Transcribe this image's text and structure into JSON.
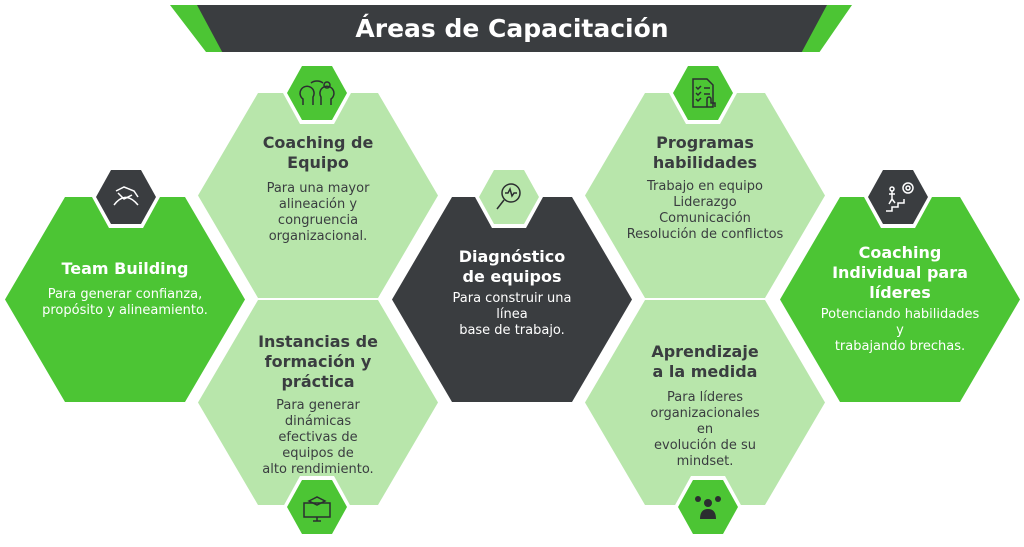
{
  "title": "Áreas de Capacitación",
  "colors": {
    "green": "#4cc534",
    "light_green": "#b8e6ab",
    "dark": "#3a3d40"
  },
  "areas": [
    {
      "title": "Team Building",
      "lines": [
        "Para generar confianza,",
        "propósito y alineamiento."
      ],
      "icon": "handshake-icon"
    },
    {
      "title": "Coaching de Equipo",
      "lines": [
        "Para una mayor",
        "alineación y congruencia",
        "organizacional."
      ],
      "icon": "heads-exchange-icon"
    },
    {
      "title": "Instancias de formación y práctica",
      "lines": [
        "Para generar dinámicas",
        "efectivas de equipos de",
        "alto rendimiento."
      ],
      "icon": "computer-books-icon"
    },
    {
      "title": "Diagnóstico de equipos",
      "lines": [
        "Para construir una línea",
        "base de trabajo."
      ],
      "icon": "magnifier-chart-icon"
    },
    {
      "title": "Programas habilidades",
      "lines": [
        "Trabajo en equipo",
        "Liderazgo",
        "Comunicación",
        "Resolución de conflictos"
      ],
      "icon": "checklist-icon"
    },
    {
      "title": "Aprendizaje a la medida",
      "lines": [
        "Para líderes",
        "organizacionales en",
        "evolución de su mindset."
      ],
      "icon": "learner-icon"
    },
    {
      "title": "Coaching Individual para líderes",
      "lines": [
        "Potenciando habilidades y",
        "trabajando brechas."
      ],
      "icon": "stairs-target-icon"
    }
  ]
}
